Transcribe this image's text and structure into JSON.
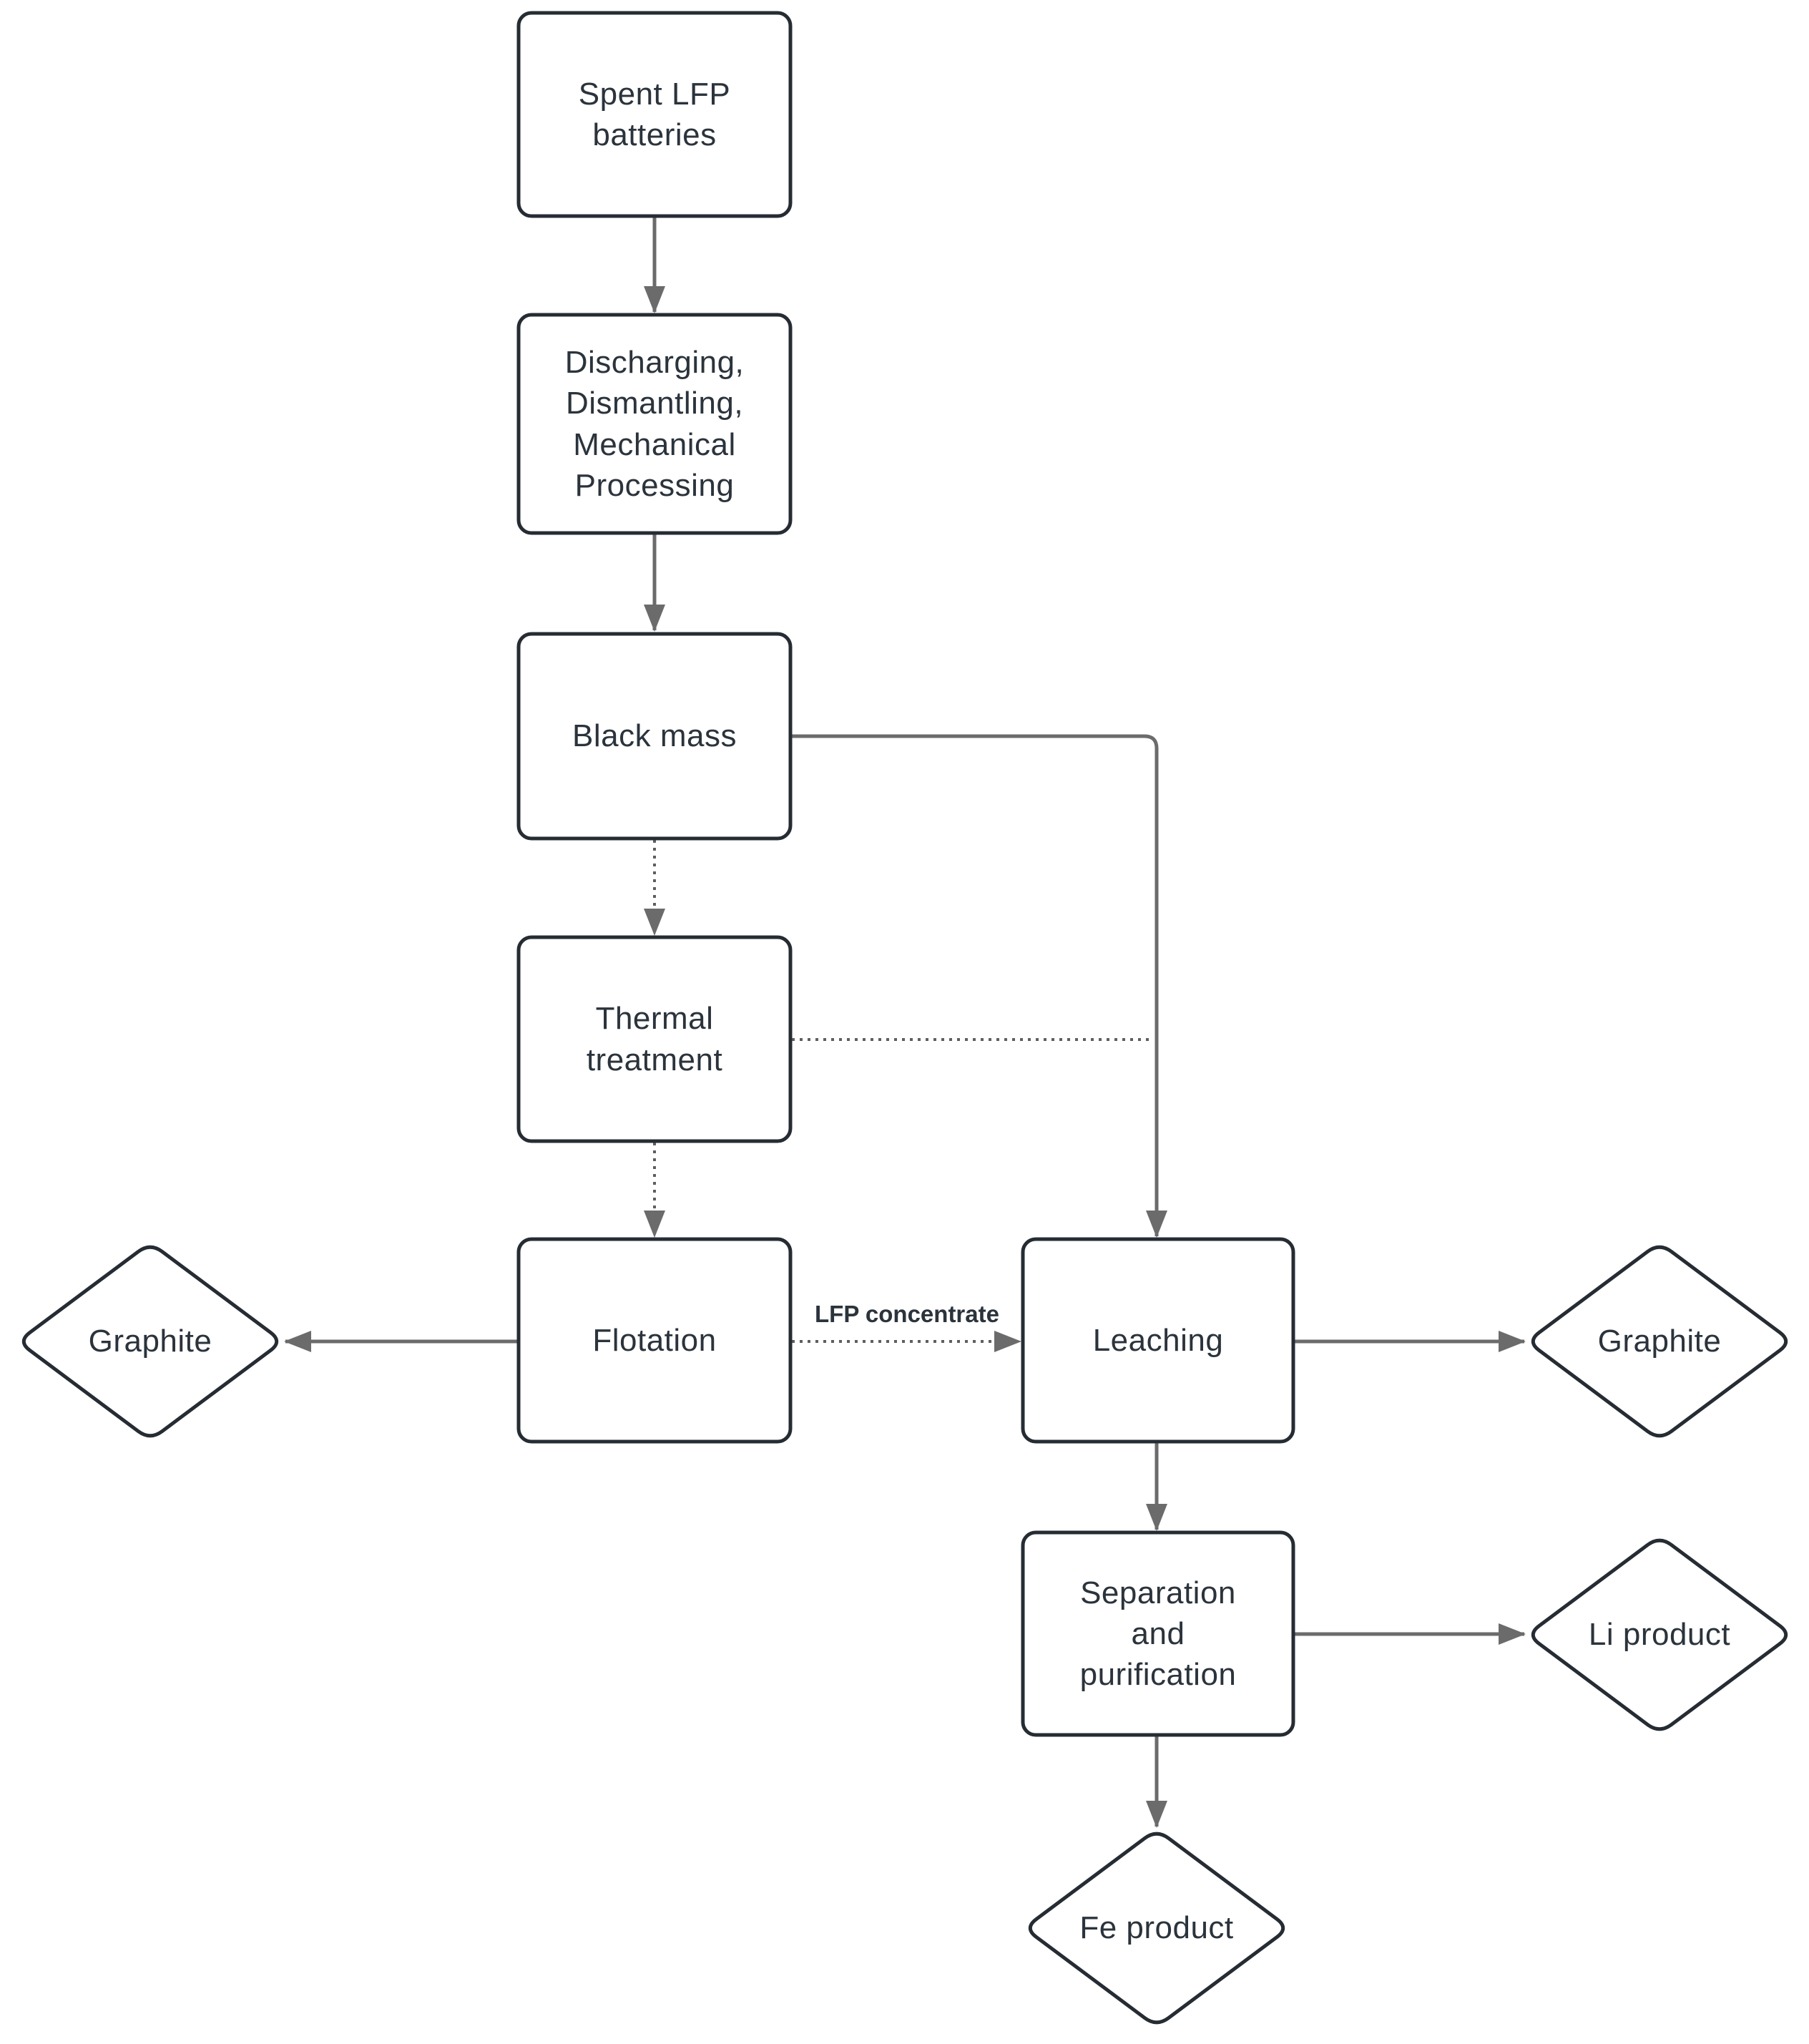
{
  "diagram": {
    "background": "#ffffff",
    "colors": {
      "box_border": "#262c33",
      "node_fill": "#ffffff",
      "text": "#2b333c",
      "connector_solid": "#6b6b6b",
      "connector_dotted": "#5f5f5f"
    },
    "nodes": {
      "spent": {
        "label": "Spent LFP batteries",
        "shape": "rounded-rect"
      },
      "discharging": {
        "label": "Discharging, Dismantling, Mechanical Processing",
        "shape": "rounded-rect"
      },
      "black_mass": {
        "label": "Black mass",
        "shape": "rounded-rect"
      },
      "thermal": {
        "label": "Thermal treatment",
        "shape": "rounded-rect"
      },
      "flotation": {
        "label": "Flotation",
        "shape": "rounded-rect"
      },
      "leaching": {
        "label": "Leaching",
        "shape": "rounded-rect"
      },
      "separation": {
        "label": "Separation and purification",
        "shape": "rounded-rect"
      },
      "graphite_left": {
        "label": "Graphite",
        "shape": "diamond"
      },
      "graphite_right": {
        "label": "Graphite",
        "shape": "diamond"
      },
      "li_product": {
        "label": "Li product",
        "shape": "diamond"
      },
      "fe_product": {
        "label": "Fe product",
        "shape": "diamond"
      }
    },
    "edge_labels": {
      "lfp_concentrate": "LFP concentrate"
    },
    "edge_styles": {
      "solid": "processed material flow",
      "dotted": "optional / alternative route"
    }
  }
}
